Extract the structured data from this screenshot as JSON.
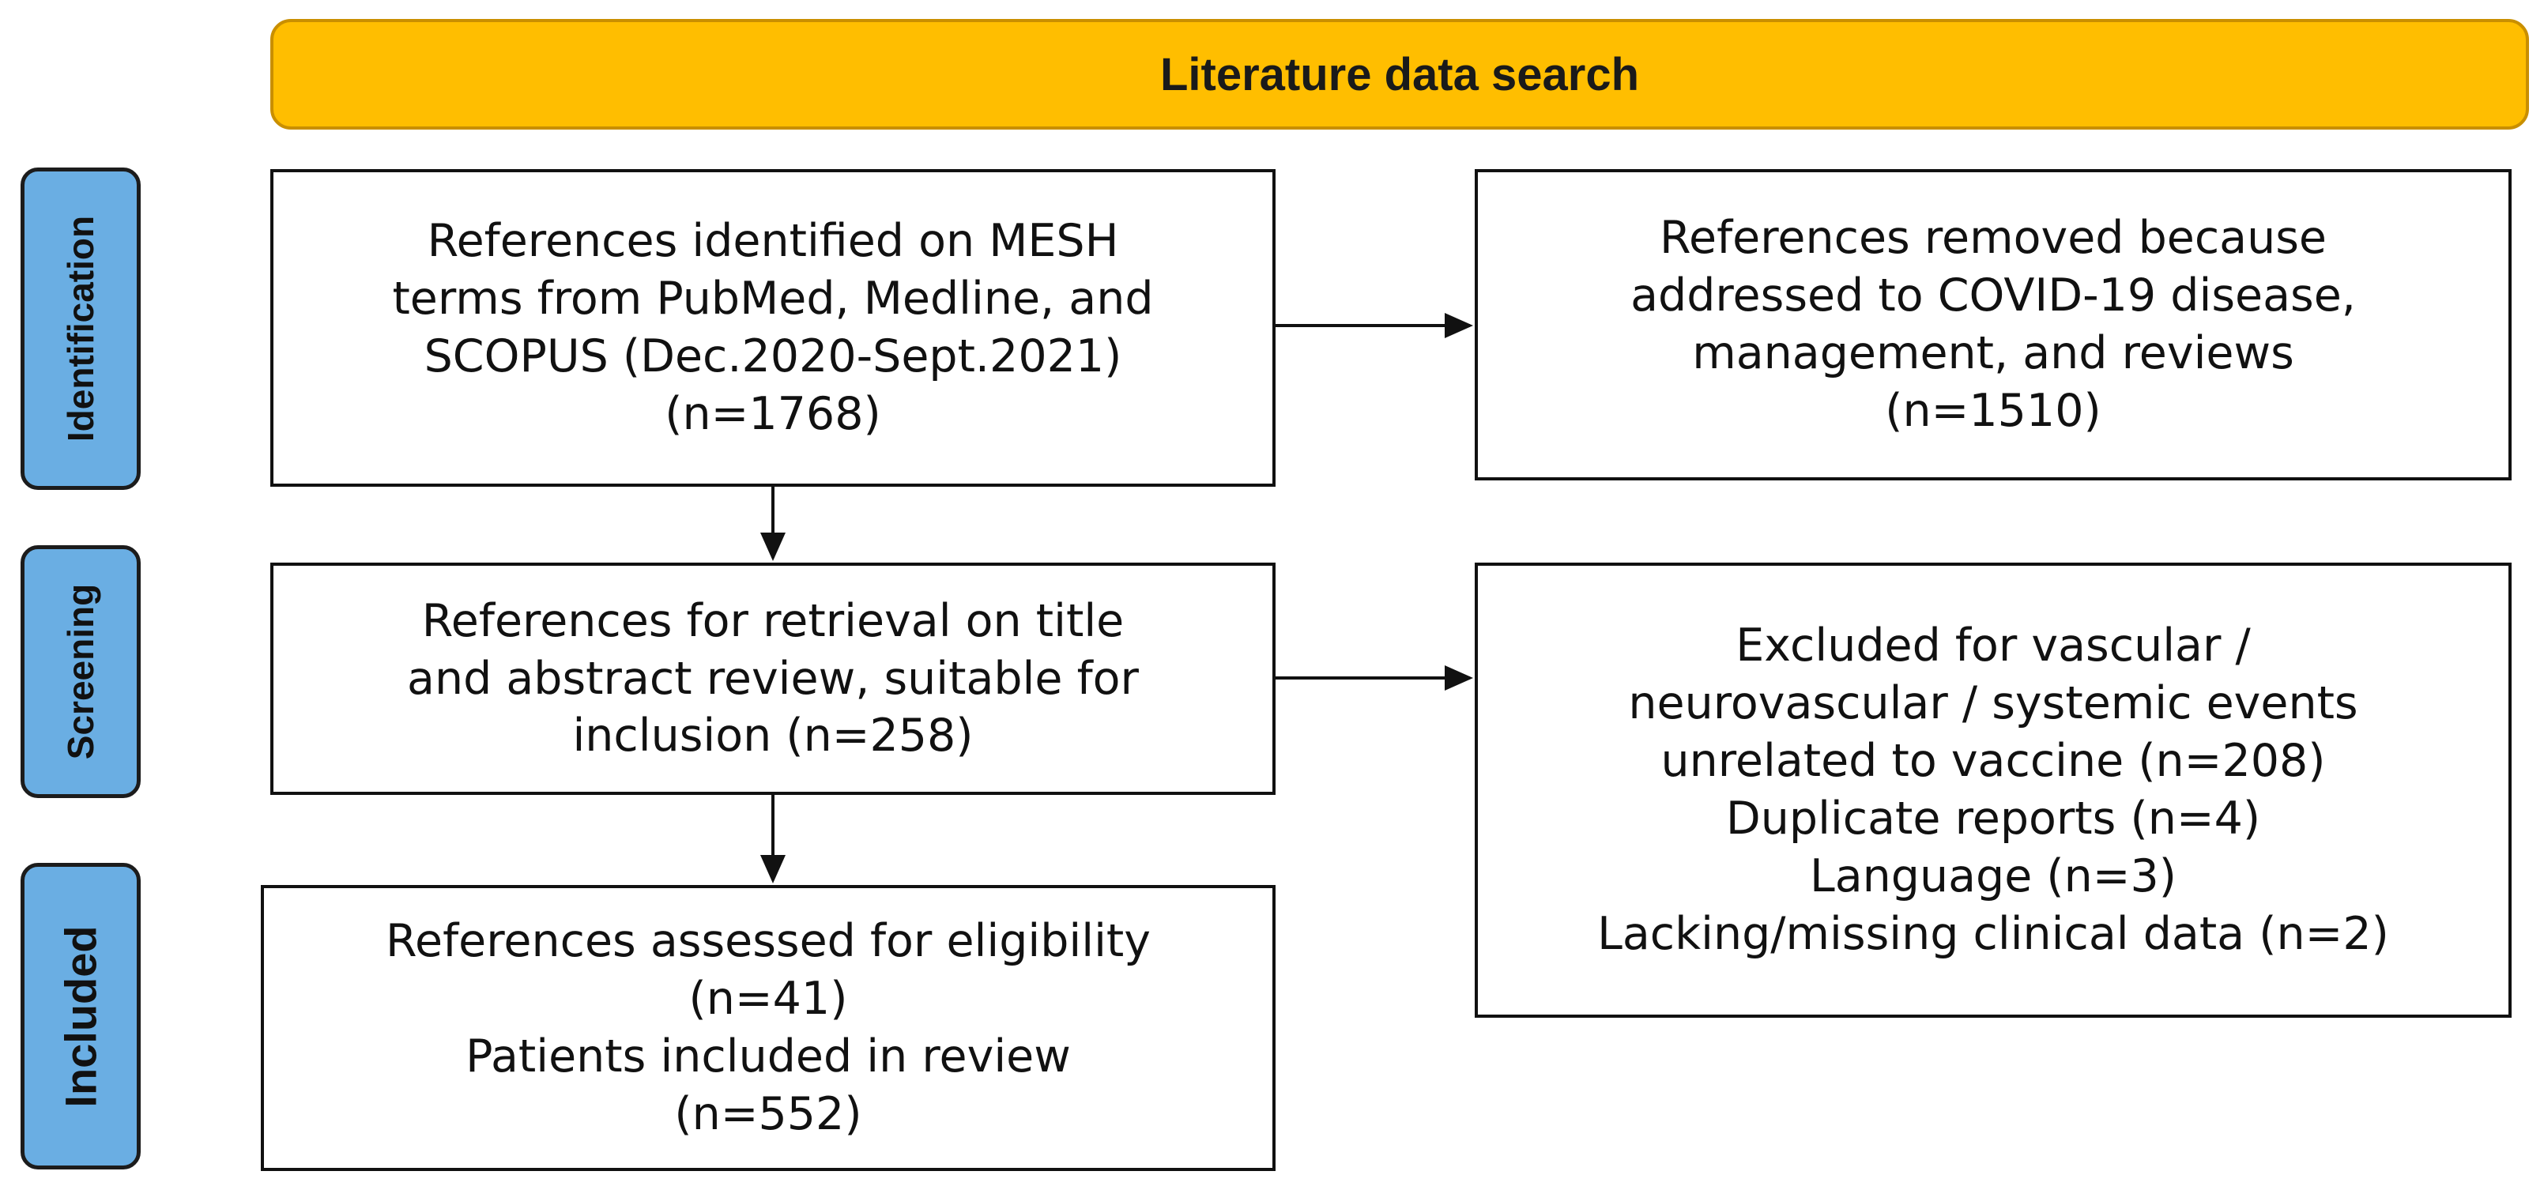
{
  "header": {
    "title": "Literature data search"
  },
  "stages": {
    "identification": "Identification",
    "screening": "Screening",
    "included": "Included"
  },
  "boxes": {
    "identified": {
      "lines": [
        "References identified on MESH",
        "terms from PubMed, Medline, and",
        "SCOPUS (Dec.2020-Sept.2021)",
        "(n=1768)"
      ]
    },
    "removed": {
      "lines": [
        "References removed because",
        "addressed to COVID-19 disease,",
        "management, and reviews",
        "(n=1510)"
      ]
    },
    "screening": {
      "lines": [
        "References for retrieval on title",
        "and abstract review, suitable for",
        "inclusion (n=258)"
      ]
    },
    "excluded": {
      "lines": [
        "Excluded for vascular /",
        "neurovascular / systemic events",
        "unrelated to vaccine (n=208)",
        "Duplicate reports (n=4)",
        "Language (n=3)",
        "Lacking/missing clinical data (n=2)"
      ]
    },
    "included": {
      "lines": [
        "References assessed for eligibility",
        "(n=41)",
        "Patients included in review",
        "(n=552)"
      ]
    }
  },
  "colors": {
    "header_fill": "#ffbe00",
    "stage_fill": "#6aaee3",
    "line": "#111111"
  }
}
